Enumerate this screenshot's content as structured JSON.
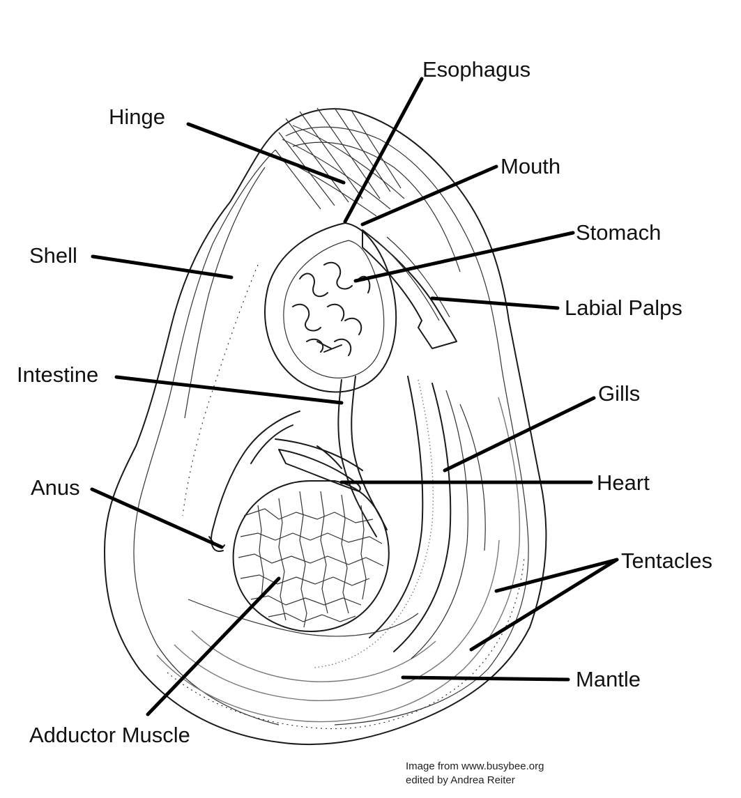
{
  "labels": {
    "esophagus": "Esophagus",
    "hinge": "Hinge",
    "mouth": "Mouth",
    "stomach": "Stomach",
    "shell": "Shell",
    "labial_palps": "Labial Palps",
    "intestine": "Intestine",
    "gills": "Gills",
    "anus": "Anus",
    "heart": "Heart",
    "tentacles": "Tentacles",
    "mantle": "Mantle",
    "adductor_muscle": "Adductor Muscle"
  },
  "credit": {
    "line1": "Image from www.busybee.org",
    "line2": "edited by Andrea Reiter"
  }
}
